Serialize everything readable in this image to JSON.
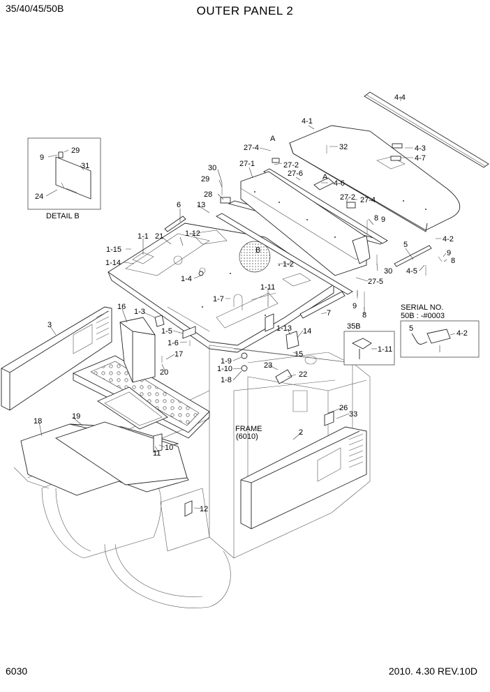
{
  "header": {
    "model": "35/40/45/50B",
    "title": "OUTER PANEL 2"
  },
  "footer": {
    "page_number": "6030",
    "date_revision": "2010. 4.30  REV.10D"
  },
  "detail_b": {
    "caption": "DETAIL B",
    "callouts": [
      "9",
      "29",
      "31",
      "24"
    ]
  },
  "inset_35b": {
    "label": "35B",
    "callouts": [
      "1-11"
    ]
  },
  "inset_serial": {
    "heading_1": "SERIAL NO.",
    "heading_2": "50B : -#0003",
    "callouts": [
      "5",
      "4-2"
    ]
  },
  "frame_label": {
    "line1": "FRAME",
    "line2": "(6010)"
  },
  "section_markers": [
    "A",
    "A",
    "B"
  ],
  "callouts": [
    "4-4",
    "4-1",
    "32",
    "4-3",
    "4-7",
    "27-4",
    "27-2",
    "27-1",
    "27-6",
    "30",
    "29",
    "4-6",
    "28",
    "27-2",
    "27-4",
    "6",
    "13",
    "8",
    "9",
    "21",
    "1-12",
    "1-1",
    "4-2",
    "5",
    "1-15",
    "9",
    "8",
    "1-14",
    "1-2",
    "30",
    "4-5",
    "1-4",
    "27-5",
    "1-11",
    "1-7",
    "9",
    "8",
    "7",
    "16",
    "1-3",
    "3",
    "1-5",
    "1-13",
    "14",
    "1-6",
    "17",
    "15",
    "1-9",
    "1-10",
    "23",
    "20",
    "22",
    "1-8",
    "26",
    "33",
    "18",
    "19",
    "2",
    "10",
    "11",
    "12"
  ]
}
